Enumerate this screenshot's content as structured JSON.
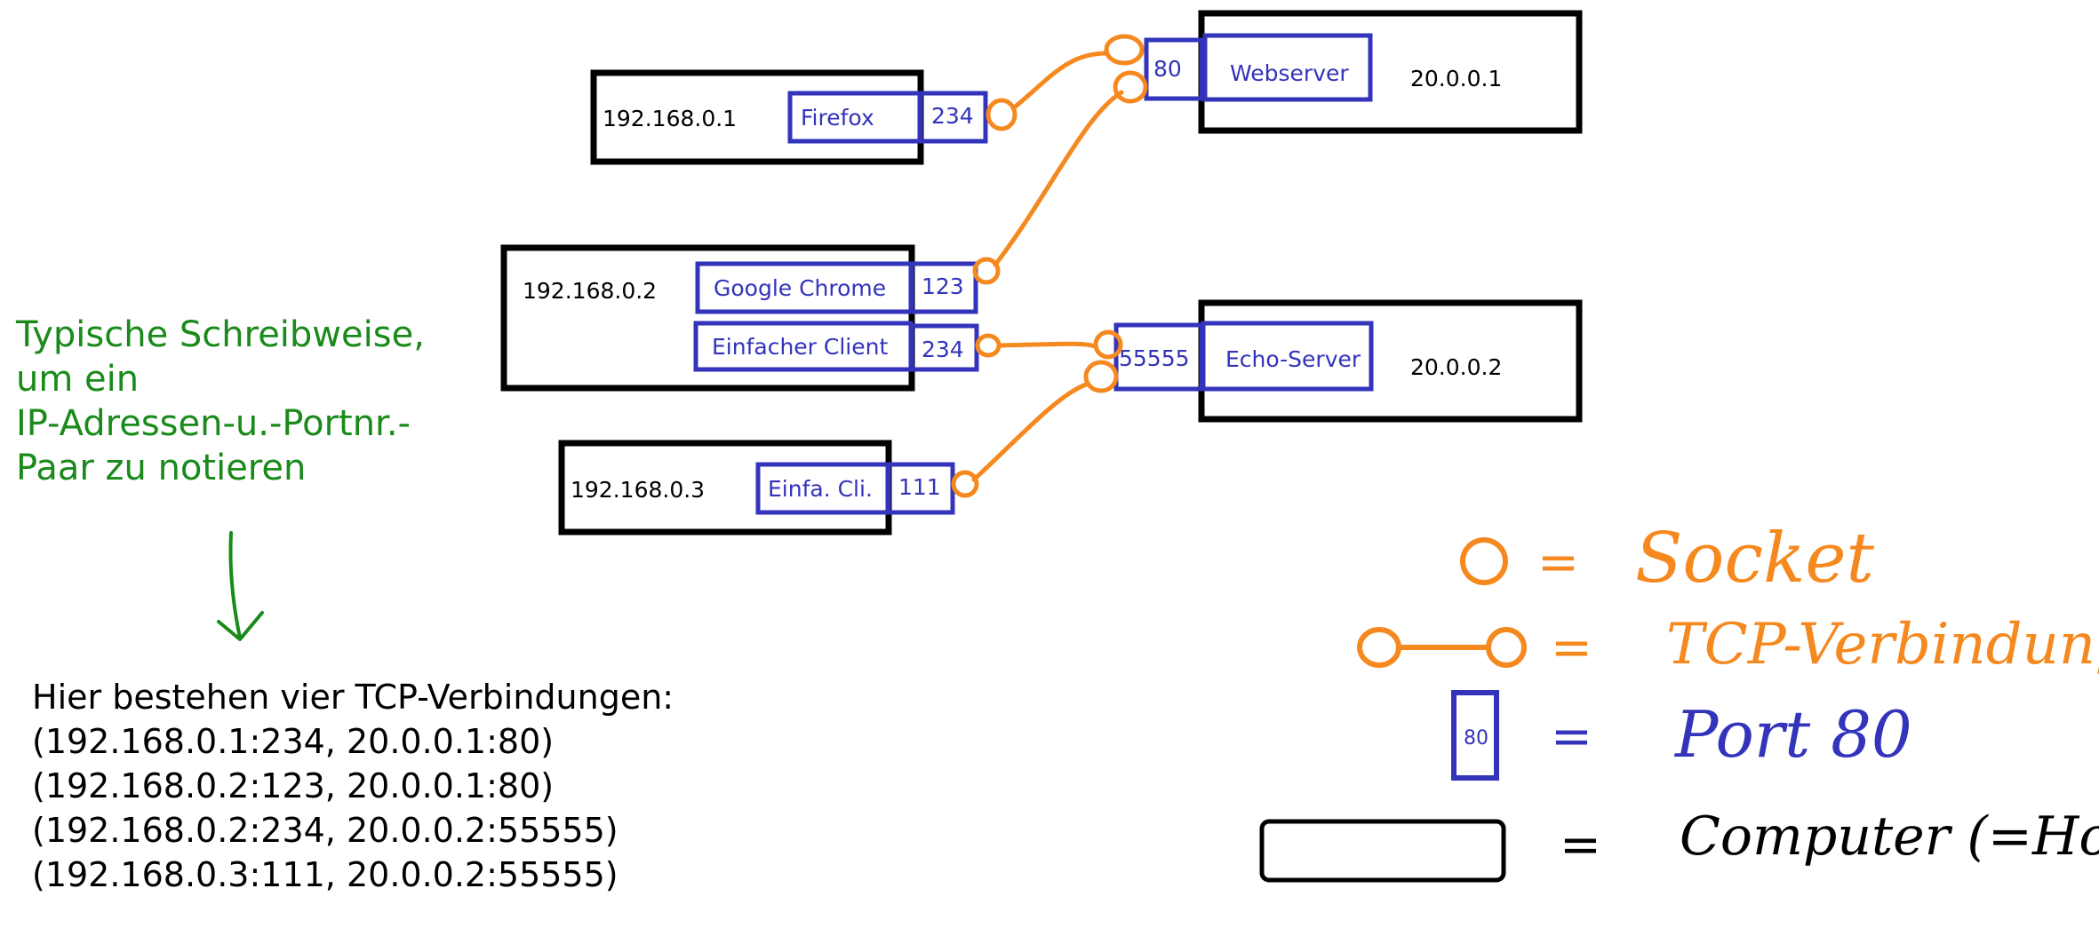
{
  "hosts": [
    {
      "ip": "192.168.0.1"
    },
    {
      "ip": "192.168.0.2"
    },
    {
      "ip": "192.168.0.3"
    },
    {
      "ip": "20.0.0.1"
    },
    {
      "ip": "20.0.0.2"
    }
  ],
  "apps": [
    {
      "name": "Firefox",
      "port": "234"
    },
    {
      "name": "Google Chrome",
      "port": "123"
    },
    {
      "name": "Einfacher Client",
      "port": "234"
    },
    {
      "name": "Einfa. Cli.",
      "port": "111"
    },
    {
      "name": "Webserver",
      "port": "80"
    },
    {
      "name": "Echo-Server",
      "port": "55555"
    }
  ],
  "note": {
    "lines": [
      "Typische Schreibweise,",
      "um ein",
      "IP-Adressen-u.-Portnr.-",
      "Paar zu notieren"
    ]
  },
  "summary": {
    "heading": "Hier bestehen vier TCP-Verbindungen:",
    "connections": [
      "(192.168.0.1:234, 20.0.0.1:80)",
      "(192.168.0.2:123, 20.0.0.1:80)",
      "(192.168.0.2:234, 20.0.0.2:55555)",
      "(192.168.0.3:111, 20.0.0.2:55555)"
    ]
  },
  "legend": {
    "equals": "=",
    "socket": "Socket",
    "tcp": "TCP-Verbindung",
    "port": "Port 80",
    "port_example": "80",
    "computer": "Computer (=Host)"
  },
  "colors": {
    "host_border": "#000000",
    "app_blue": "#3333bb",
    "socket_orange": "#f5891f",
    "note_green": "#1a8a1a"
  },
  "icons": [
    "socket-icon",
    "tcp-connection-icon",
    "port-icon",
    "computer-icon",
    "down-arrow-icon"
  ]
}
